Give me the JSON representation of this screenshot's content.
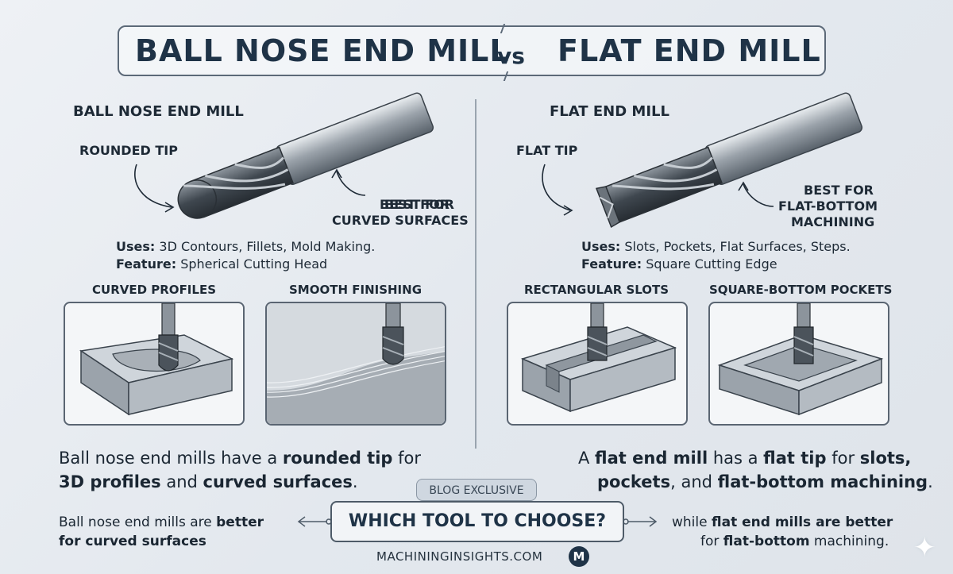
{
  "title": {
    "left": "BALL NOSE END MILL",
    "vs": "vs",
    "right": "FLAT END MILL"
  },
  "ball": {
    "heading": "BALL NOSE END MILL",
    "callout_tip": "ROUNDED TIP",
    "callout_best_1": "BEST FOR",
    "callout_best_2": "CURVED SURFACES",
    "uses_label": "Uses:",
    "uses_text": "3D Contours, Fillets, Mold Making.",
    "feature_label": "Feature:",
    "feature_text": "Spherical Cutting Head",
    "panel1_label": "CURVED PROFILES",
    "panel2_label": "SMOOTH FINISHING",
    "summary_1a": "Ball nose end mills have a ",
    "summary_1b": "rounded tip",
    "summary_1c": " for",
    "summary_2a": "3D profiles",
    "summary_2b": " and ",
    "summary_2c": "curved surfaces",
    "summary_2d": "."
  },
  "flat": {
    "heading": "FLAT END MILL",
    "callout_tip": "FLAT TIP",
    "callout_best_1": "BEST FOR",
    "callout_best_2": "FLAT-BOTTOM",
    "callout_best_3": "MACHINING",
    "uses_label": "Uses:",
    "uses_text": "Slots, Pockets, Flat Surfaces, Steps.",
    "feature_label": "Feature:",
    "feature_text": "Square Cutting Edge",
    "panel1_label": "RECTANGULAR SLOTS",
    "panel2_label": "SQUARE-BOTTOM POCKETS",
    "summary_1a": "A ",
    "summary_1b": "flat end mill",
    "summary_1c": " has a ",
    "summary_1d": "flat tip",
    "summary_1e": " for ",
    "summary_1f": "slots,",
    "summary_2a": "pockets",
    "summary_2b": ", and ",
    "summary_2c": "flat-bottom machining",
    "summary_2d": "."
  },
  "bottom": {
    "badge": "BLOG EXCLUSIVE",
    "choose": "WHICH TOOL TO CHOOSE?",
    "left_1a": "Ball nose end mills are ",
    "left_1b": "better",
    "left_2": "for curved surfaces",
    "right_1a": "while ",
    "right_1b": "flat end mills are better",
    "right_2a": "for ",
    "right_2b": "flat-bottom",
    "right_2c": " machining.",
    "site": "MACHININGINSIGHTS.COM",
    "logo_letter": "M"
  },
  "colors": {
    "accent": "#1f3347",
    "metal": "#8a939c",
    "frame": "#5a6572"
  }
}
